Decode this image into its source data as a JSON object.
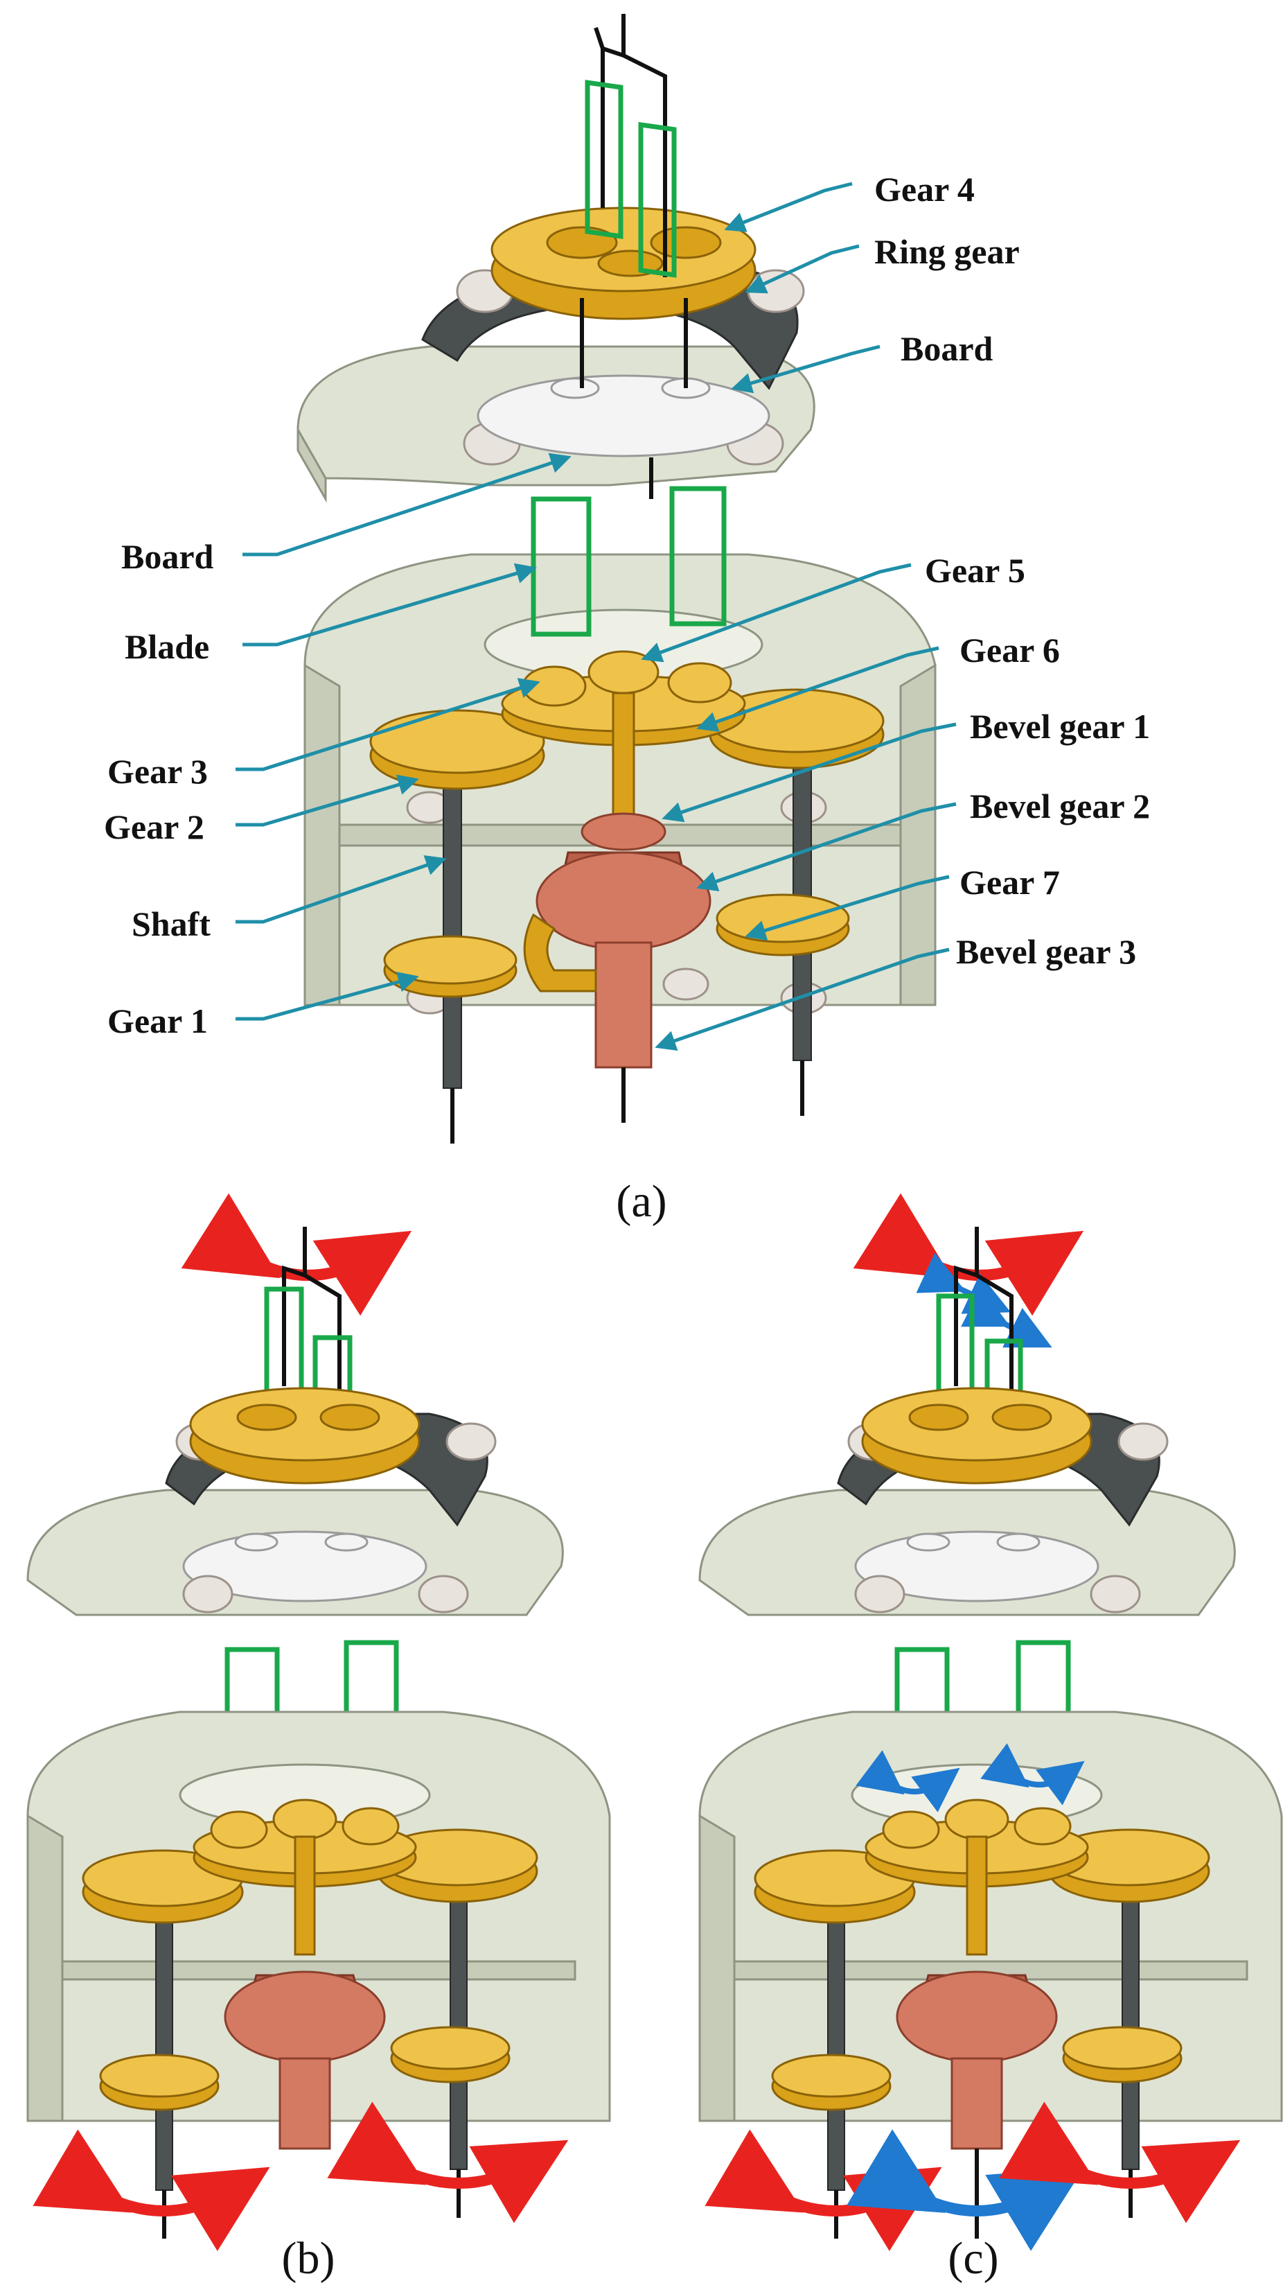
{
  "labels": {
    "gear4": "Gear 4",
    "ring_gear": "Ring gear",
    "board_right": "Board",
    "board_left": "Board",
    "gear5": "Gear 5",
    "blade": "Blade",
    "gear6": "Gear 6",
    "bevel_gear1": "Bevel gear 1",
    "gear3": "Gear 3",
    "gear2": "Gear 2",
    "bevel_gear2": "Bevel gear 2",
    "shaft": "Shaft",
    "gear7": "Gear 7",
    "bevel_gear3": "Bevel gear 3",
    "gear1": "Gear 1"
  },
  "captions": {
    "a": "(a)",
    "b": "(b)",
    "c": "(c)"
  },
  "colors": {
    "gear": "#d9a21a",
    "housing": "#dfe3d3",
    "bevel": "#d47a63",
    "blade": "#19a84a",
    "leader": "#1f8fa8",
    "rotation_red": "#e8231f",
    "rotation_blue": "#1f7ad0"
  }
}
